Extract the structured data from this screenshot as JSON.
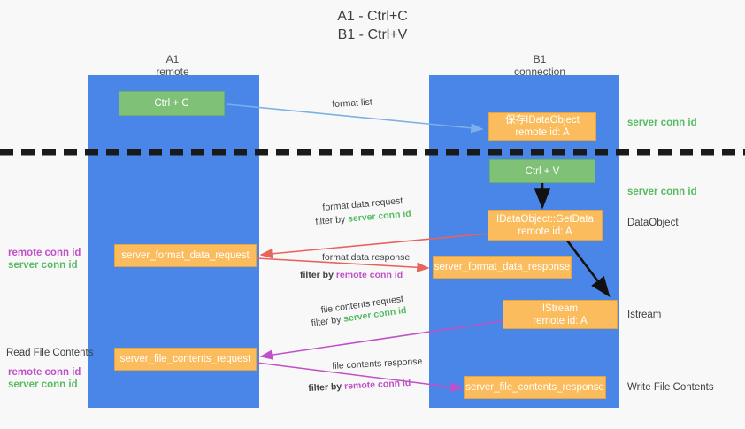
{
  "title": {
    "line1": "A1 - Ctrl+C",
    "line2": "B1 - Ctrl+V"
  },
  "columns": [
    {
      "name": "A1",
      "sub": "remote"
    },
    {
      "name": "B1",
      "sub": "connection"
    }
  ],
  "nodes": {
    "ctrl_c": "Ctrl + C",
    "ctrl_v": "Ctrl + V",
    "save_idataobject_line1": "保存IDataObject",
    "save_idataobject_line2": "remote id: A",
    "getdata_line1": "IDataObject::GetData",
    "getdata_line2": "remote id: A",
    "istream_line1": "IStream",
    "istream_line2": "remote id: A",
    "server_format_data_request": "server_format_data_request",
    "server_format_data_response": "server_format_data_response",
    "server_file_contents_request": "server_file_contents_request",
    "server_file_contents_response": "server_file_contents_response"
  },
  "right_labels": {
    "server_conn_id_top": "server conn id",
    "server_conn_id_mid": "server conn id",
    "dataobject": "DataObject",
    "istream": "Istream",
    "write_file_contents": "Write File Contents"
  },
  "left_labels": {
    "remote_conn_id_1": "remote conn id",
    "server_conn_id_1": "server conn id",
    "read_file_contents": "Read File Contents",
    "remote_conn_id_2": "remote conn id",
    "server_conn_id_2": "server conn id"
  },
  "arrow_labels": {
    "format_list": "format list",
    "format_data_request": "format data request",
    "format_data_request_filter_prefix": "filter by ",
    "format_data_request_filter_key": "server conn id",
    "format_data_response": "format data response",
    "format_data_response_filter_prefix": "filter by ",
    "format_data_response_filter_key": "remote conn id",
    "file_contents_request": "file contents request",
    "file_contents_request_filter_prefix": "filter by ",
    "file_contents_request_filter_key": "server conn id",
    "file_contents_response": "file contents response",
    "file_contents_response_filter_prefix": "filter by ",
    "file_contents_response_filter_key": "remote conn id"
  },
  "colors": {
    "lane": "#4a86e8",
    "node_orange": "#fbbc5e",
    "node_green": "#7ec177",
    "server_conn_id": "#57bb63",
    "remote_conn_id": "#c050c8",
    "arrow_red": "#e8645a",
    "arrow_magenta": "#c050c8",
    "arrow_lightblue": "#7bb0e8",
    "arrow_black": "#000000",
    "divider": "#1a1a1a",
    "background": "#f8f8f8"
  }
}
